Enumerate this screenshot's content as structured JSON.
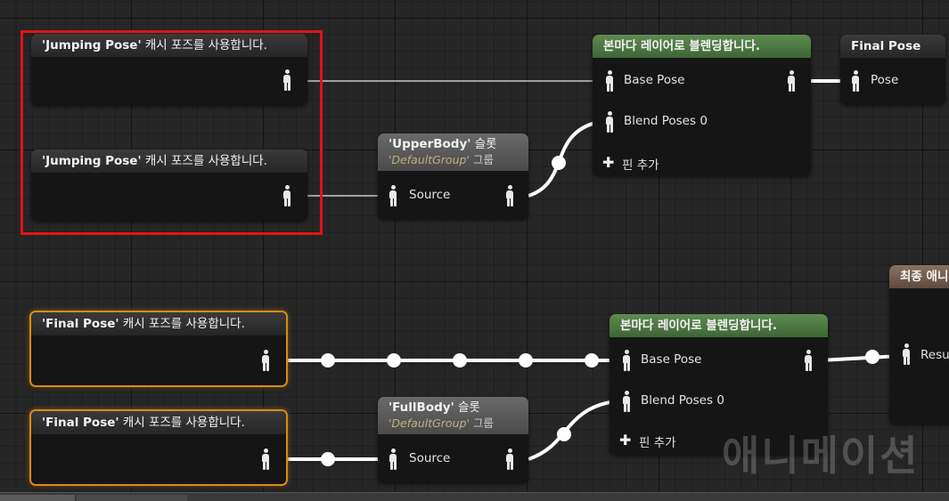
{
  "nodes": {
    "cache_jump_1": {
      "quote": "'Jumping Pose'",
      "rest": " 캐시 포즈를 사용합니다."
    },
    "cache_jump_2": {
      "quote": "'Jumping Pose'",
      "rest": " 캐시 포즈를 사용합니다."
    },
    "slot_upper": {
      "quote": "'UpperBody'",
      "rest": " 슬롯",
      "group": "'DefaultGroup'",
      "group_suffix": " 그룹",
      "pin": "Source"
    },
    "blend_top": {
      "title": "본마다 레이어로 블렌딩합니다.",
      "base_pose": "Base Pose",
      "blend_poses": "Blend Poses 0",
      "add_pin": "핀 추가"
    },
    "final_pose": {
      "title": "Final Pose",
      "pin": "Pose"
    },
    "cache_final_1": {
      "quote": "'Final Pose'",
      "rest": " 캐시 포즈를 사용합니다."
    },
    "cache_final_2": {
      "quote": "'Final Pose'",
      "rest": " 캐시 포즈를 사용합니다."
    },
    "slot_full": {
      "quote": "'FullBody'",
      "rest": " 슬롯",
      "group": "'DefaultGroup'",
      "group_suffix": " 그룹",
      "pin": "Source"
    },
    "blend_bottom": {
      "title": "본마다 레이어로 블렌딩합니다.",
      "base_pose": "Base Pose",
      "blend_poses": "Blend Poses 0",
      "add_pin": "핀 추가"
    },
    "output_pose": {
      "title": "최종 애니",
      "pin": "Resu"
    }
  },
  "watermark": "애니메이션",
  "colors": {
    "background": "#262626",
    "node_body": "#151515",
    "header_green": "#4f7a44",
    "header_gray": "#5a5a5a",
    "header_brown": "#75604f",
    "highlight_orange": "#d98a17",
    "selection_red": "#e01414",
    "wire_white": "#ffffff"
  },
  "icons": {
    "pose_pin": "person-icon",
    "add": "plus-icon"
  }
}
